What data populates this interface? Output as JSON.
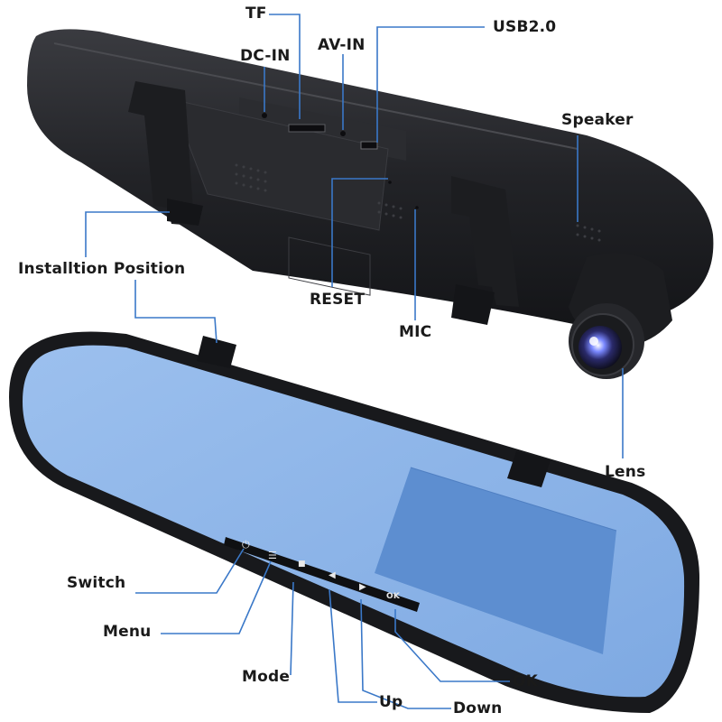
{
  "labels": {
    "tf": "TF",
    "dc_in": "DC-IN",
    "av_in": "AV-IN",
    "usb": "USB2.0",
    "speaker": "Speaker",
    "install_position": "Installtion Position",
    "reset": "RESET",
    "mic": "MIC",
    "lens": "Lens",
    "switch": "Switch",
    "menu": "Menu",
    "mode": "Mode",
    "up": "Up",
    "down": "Down",
    "ok": "OK"
  },
  "buttons": {
    "power_glyph": "⏻",
    "menu_glyph": "☰",
    "mode_glyph": "■",
    "up_glyph": "◀",
    "down_glyph": "▶",
    "ok_text": "OK"
  },
  "colors": {
    "leader_line": "#3a78c8",
    "mirror_body": "#1c1d20",
    "mirror_glass": "#8fb6e8",
    "screen": "#5d8ed0"
  }
}
